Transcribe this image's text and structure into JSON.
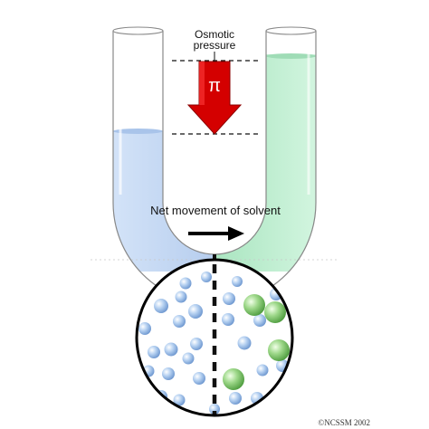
{
  "labels": {
    "osmotic_line1": "Osmotic",
    "osmotic_line2": "pressure",
    "pi_symbol": "π",
    "net_movement": "Net movement of solvent",
    "credit": "©NCSSM 2002"
  },
  "colors": {
    "solvent": "#bcd3f0",
    "solution": "#bdeccf",
    "arrow_red": "#d40000",
    "solvent_particle": "#9dc0ea",
    "solute_particle": "#8fd07a"
  },
  "icons": {
    "pressure_arrow": "down-arrow",
    "flow_arrow": "right-arrow"
  }
}
